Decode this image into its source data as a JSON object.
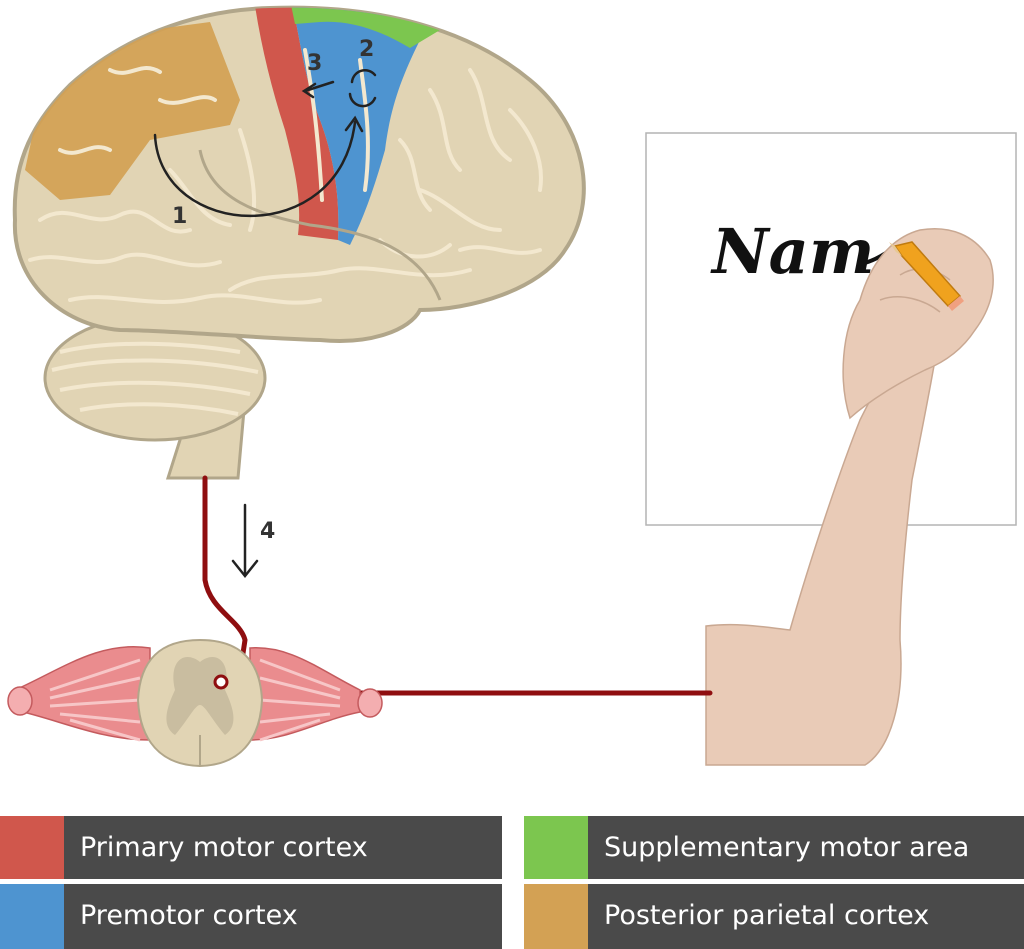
{
  "steps": [
    "1",
    "2",
    "3",
    "4"
  ],
  "handwriting": "Nam",
  "legend": [
    {
      "label": "Primary motor cortex",
      "color": "#d0574c"
    },
    {
      "label": "Supplementary motor area",
      "color": "#7cc64f"
    },
    {
      "label": "Premotor cortex",
      "color": "#4e94d0"
    },
    {
      "label": "Posterior parietal cortex",
      "color": "#d3a154"
    }
  ],
  "colors": {
    "brain": "#e1d4b4",
    "brain_outline": "#b1a68a",
    "sulci": "#f3e8cf",
    "nerve": "#8f0e10",
    "muscle": "#ea8c8e",
    "skin": "#e9cbb7",
    "legend_bg": "#4a4a4a"
  }
}
